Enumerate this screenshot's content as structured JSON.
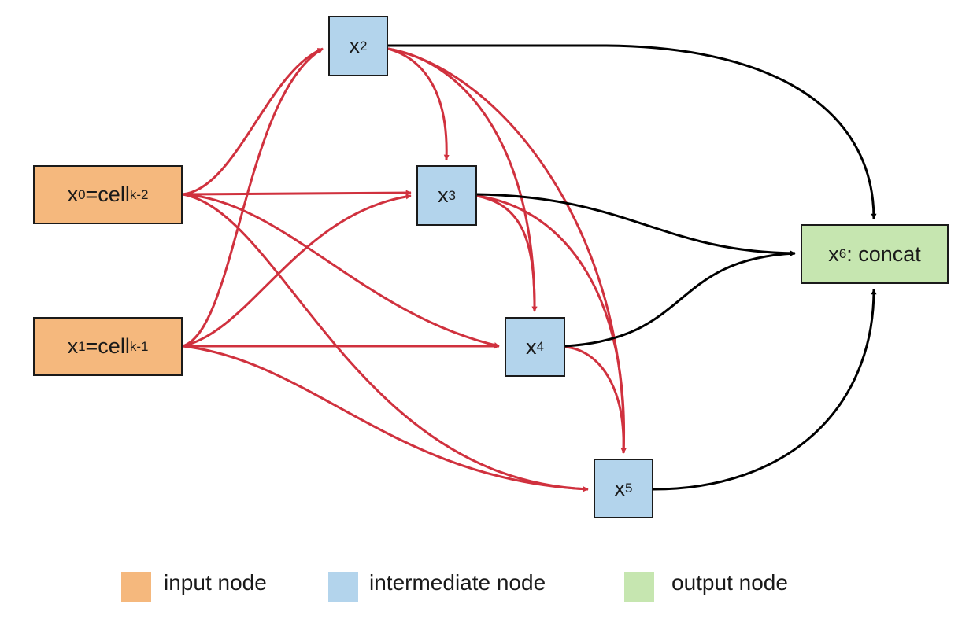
{
  "colors": {
    "input": "#f5b87d",
    "intermediate": "#b3d4ec",
    "output": "#c6e6b0",
    "edge_internal": "#d0313e",
    "edge_output": "#000000",
    "border": "#1a1a1a"
  },
  "nodes": {
    "x0": {
      "base": "x",
      "sub": "0",
      "eq": "=cell",
      "eq_sub": "k-2"
    },
    "x1": {
      "base": "x",
      "sub": "1",
      "eq": "=cell",
      "eq_sub": "k-1"
    },
    "x2": {
      "base": "x",
      "sub": "2"
    },
    "x3": {
      "base": "x",
      "sub": "3"
    },
    "x4": {
      "base": "x",
      "sub": "4"
    },
    "x5": {
      "base": "x",
      "sub": "5"
    },
    "x6": {
      "base": "x",
      "sub": "6",
      "suffix": ": concat"
    }
  },
  "edges": [
    {
      "from": "x0",
      "to": "x2",
      "kind": "internal"
    },
    {
      "from": "x0",
      "to": "x3",
      "kind": "internal"
    },
    {
      "from": "x0",
      "to": "x4",
      "kind": "internal"
    },
    {
      "from": "x0",
      "to": "x5",
      "kind": "internal"
    },
    {
      "from": "x1",
      "to": "x2",
      "kind": "internal"
    },
    {
      "from": "x1",
      "to": "x3",
      "kind": "internal"
    },
    {
      "from": "x1",
      "to": "x4",
      "kind": "internal"
    },
    {
      "from": "x1",
      "to": "x5",
      "kind": "internal"
    },
    {
      "from": "x2",
      "to": "x3",
      "kind": "internal"
    },
    {
      "from": "x2",
      "to": "x4",
      "kind": "internal"
    },
    {
      "from": "x2",
      "to": "x5",
      "kind": "internal"
    },
    {
      "from": "x3",
      "to": "x4",
      "kind": "internal"
    },
    {
      "from": "x3",
      "to": "x5",
      "kind": "internal"
    },
    {
      "from": "x4",
      "to": "x5",
      "kind": "internal"
    },
    {
      "from": "x2",
      "to": "x6",
      "kind": "output"
    },
    {
      "from": "x3",
      "to": "x6",
      "kind": "output"
    },
    {
      "from": "x4",
      "to": "x6",
      "kind": "output"
    },
    {
      "from": "x5",
      "to": "x6",
      "kind": "output"
    }
  ],
  "legend": {
    "input_label": "input node",
    "intermediate_label": "intermediate node",
    "output_label": "output node"
  }
}
